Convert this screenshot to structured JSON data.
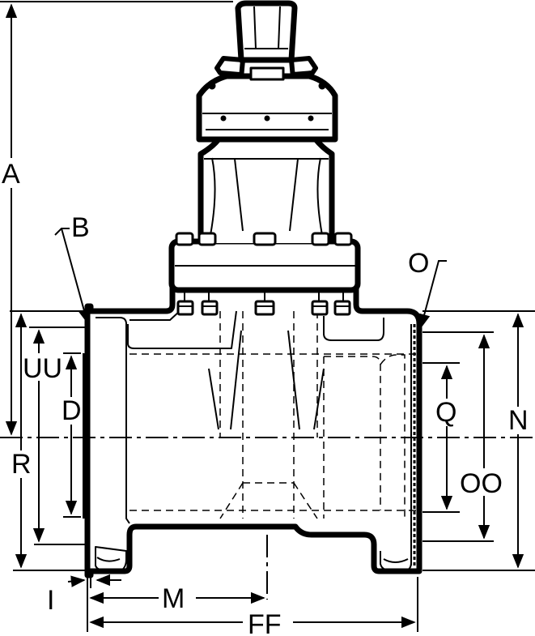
{
  "labels": {
    "A": "A",
    "B": "B",
    "O": "O",
    "UU": "UU",
    "D": "D",
    "R": "R",
    "Q": "Q",
    "N": "N",
    "OO": "OO",
    "I": "I",
    "M": "M",
    "FF": "FF"
  },
  "colors": {
    "ink": "#000000",
    "paper": "#ffffff"
  }
}
